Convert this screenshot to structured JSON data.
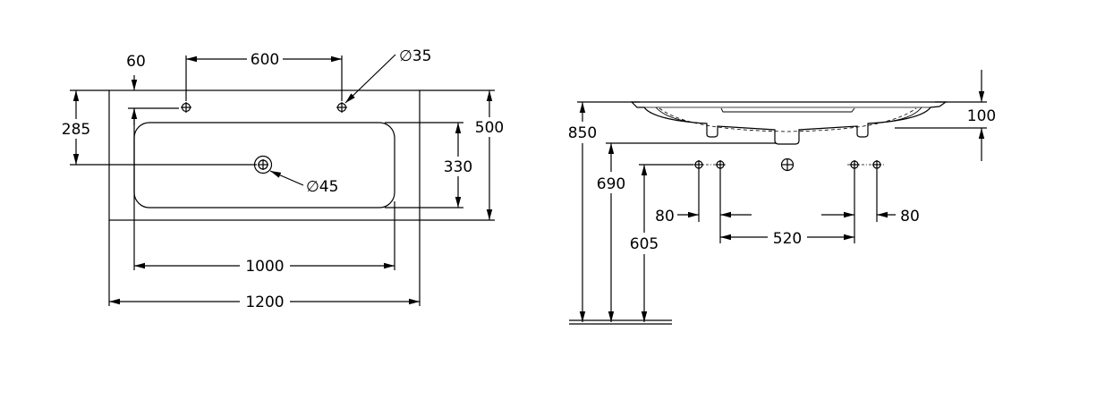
{
  "top_view": {
    "tap_offset": "60",
    "tap_spacing": "600",
    "tap_hole_diameter": "∅35",
    "drain_offset": "285",
    "overall_depth": "500",
    "basin_depth": "330",
    "drain_diameter": "∅45",
    "basin_width": "1000",
    "overall_width": "1200"
  },
  "side_view": {
    "rim_height": "850",
    "bowl_depth": "100",
    "underside_height": "690",
    "fitting_height": "605",
    "left_hole_spacing": "80",
    "hole_center_spacing": "520",
    "right_hole_spacing": "80"
  }
}
